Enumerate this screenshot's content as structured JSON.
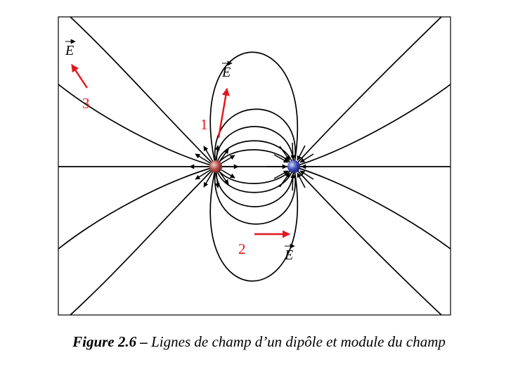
{
  "figure": {
    "field_label": "E",
    "markers": [
      {
        "number": "1",
        "field_label": "E"
      },
      {
        "number": "2",
        "field_label": "E"
      },
      {
        "number": "3",
        "field_label": "E"
      }
    ],
    "charges": [
      {
        "sign": "positive",
        "color": "#b34a45"
      },
      {
        "sign": "negative",
        "color": "#3b4bb8"
      }
    ],
    "line_color": "#000000",
    "vector_color": "#e4141b"
  },
  "caption": {
    "number": "Figure 2.6 –",
    "text": "Lignes de champ d’un dipôle et module du champ"
  }
}
